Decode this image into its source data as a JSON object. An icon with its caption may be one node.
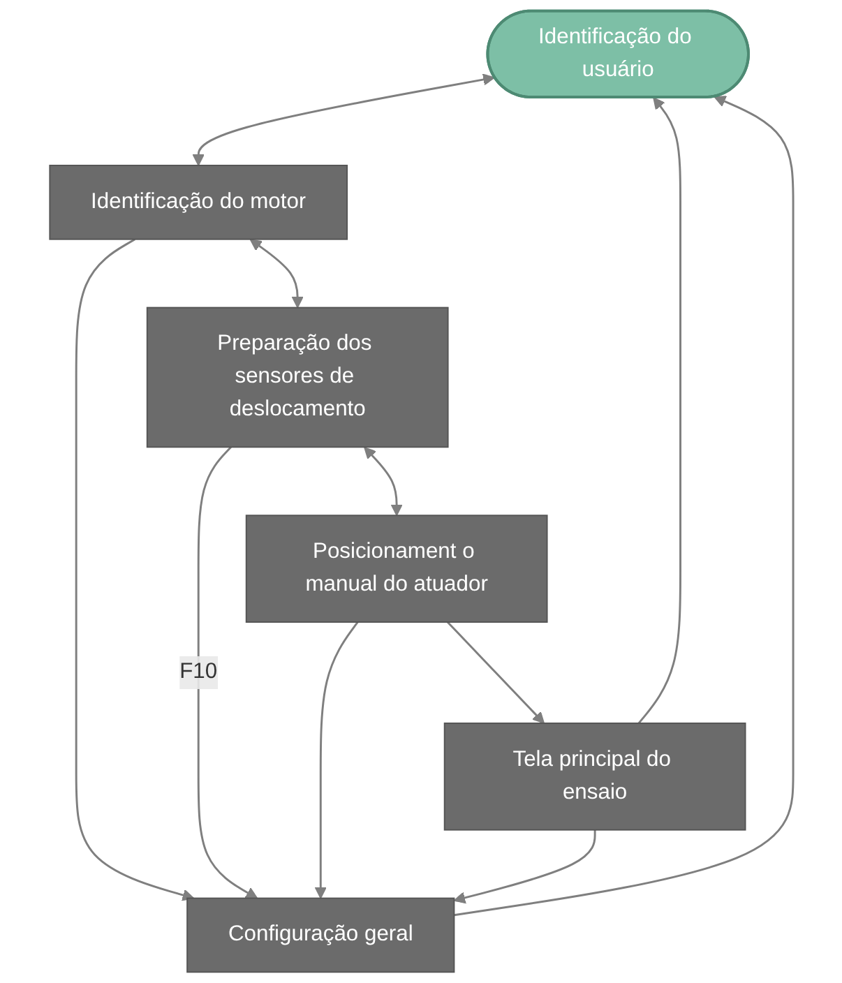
{
  "diagram": {
    "nodes": [
      {
        "text": [
          "Identificação do usuário"
        ]
      },
      {
        "text": [
          "Identificação do motor"
        ]
      },
      {
        "text": [
          "Preparação dos sensores de deslocamento"
        ]
      },
      {
        "text": [
          "Posicionament o manual do atuador"
        ]
      },
      {
        "text": [
          "Tela principal do ensaio"
        ]
      },
      {
        "text": [
          "Configuração geral"
        ]
      }
    ],
    "edges": [
      {
        "from": 0,
        "to": 1,
        "arrow": "both"
      },
      {
        "from": 1,
        "to": 2,
        "arrow": "both"
      },
      {
        "from": 2,
        "to": 3,
        "arrow": "both"
      },
      {
        "from": 3,
        "to": 4,
        "arrow": "to"
      },
      {
        "from": 4,
        "to": 0,
        "arrow": "to"
      },
      {
        "from": 1,
        "to": 5,
        "arrow": "to"
      },
      {
        "from": 2,
        "to": 5,
        "arrow": "to",
        "label": "F10"
      },
      {
        "from": 3,
        "to": 5,
        "arrow": "to"
      },
      {
        "from": 4,
        "to": 5,
        "arrow": "to"
      },
      {
        "from": 5,
        "to": 0,
        "arrow": "to"
      }
    ]
  }
}
